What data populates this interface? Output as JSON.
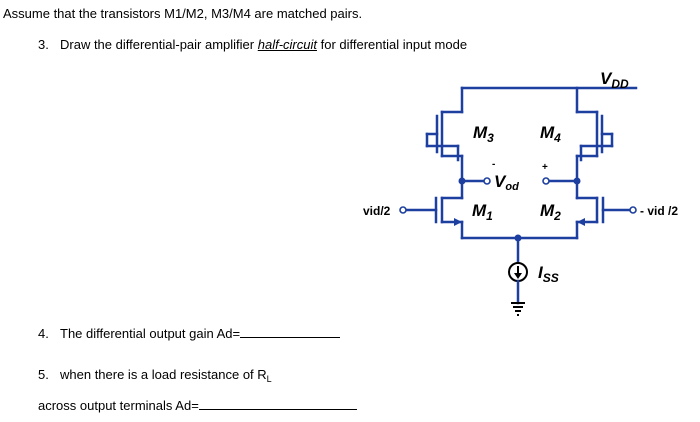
{
  "intro": "Assume that the transistors M1/M2, M3/M4 are matched pairs.",
  "q3": {
    "number": "3.",
    "text_before": "Draw the differential-pair amplifier ",
    "emphasis": "half-circuit",
    "text_after": " for differential input mode"
  },
  "q4": {
    "number": "4.",
    "text": "The differential output gain Ad="
  },
  "q5": {
    "number": "5.",
    "line1": "when there is a load resistance of R",
    "line1_sub": "L",
    "line2": "across output terminals Ad="
  },
  "circuit": {
    "vdd": "V",
    "vdd_sub": "DD",
    "m3": "M",
    "m3_sub": "3",
    "m4": "M",
    "m4_sub": "4",
    "m1": "M",
    "m1_sub": "1",
    "m2": "M",
    "m2_sub": "2",
    "vod": "V",
    "vod_sub": "od",
    "minus_sign": "-",
    "plus_sign": "+",
    "input_left": "vid/2",
    "input_right": "- vid /2",
    "iss": "I",
    "iss_sub": "SS",
    "wire_color": "#1c3fa0"
  }
}
